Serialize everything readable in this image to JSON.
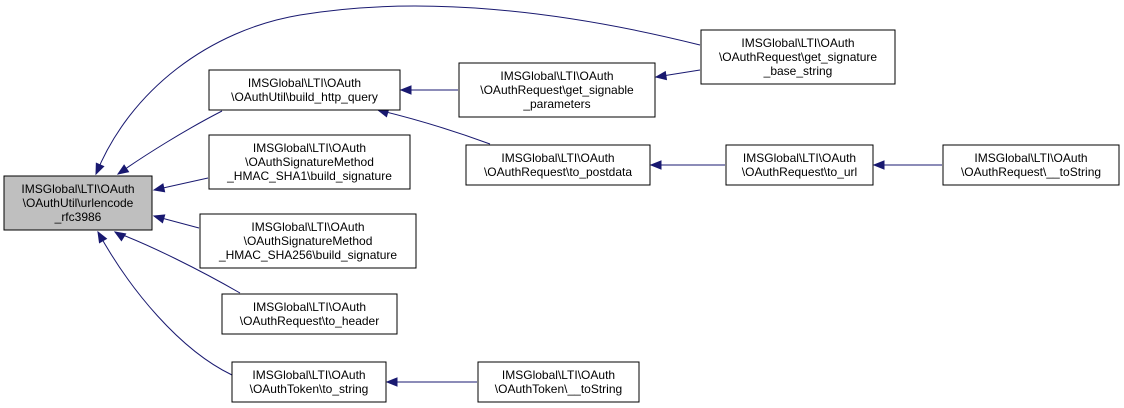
{
  "colors": {
    "edge": "#191970",
    "root_fill": "#bfbfbf",
    "node_fill": "#ffffff",
    "border": "#000000"
  },
  "nodes": [
    {
      "id": "n0",
      "lines": [
        "IMSGlobal\\LTI\\OAuth",
        "\\OAuthUtil\\urlencode",
        "_rfc3986"
      ]
    },
    {
      "id": "n1",
      "lines": [
        "IMSGlobal\\LTI\\OAuth",
        "\\OAuthRequest\\get_signature",
        "_base_string"
      ]
    },
    {
      "id": "n2",
      "lines": [
        "IMSGlobal\\LTI\\OAuth",
        "\\OAuthUtil\\build_http_query"
      ]
    },
    {
      "id": "n3",
      "lines": [
        "IMSGlobal\\LTI\\OAuth",
        "\\OAuthSignatureMethod",
        "_HMAC_SHA1\\build_signature"
      ]
    },
    {
      "id": "n4",
      "lines": [
        "IMSGlobal\\LTI\\OAuth",
        "\\OAuthSignatureMethod",
        "_HMAC_SHA256\\build_signature"
      ]
    },
    {
      "id": "n5",
      "lines": [
        "IMSGlobal\\LTI\\OAuth",
        "\\OAuthRequest\\to_header"
      ]
    },
    {
      "id": "n6",
      "lines": [
        "IMSGlobal\\LTI\\OAuth",
        "\\OAuthToken\\to_string"
      ]
    },
    {
      "id": "n7",
      "lines": [
        "IMSGlobal\\LTI\\OAuth",
        "\\OAuthRequest\\get_signable",
        "_parameters"
      ]
    },
    {
      "id": "n8",
      "lines": [
        "IMSGlobal\\LTI\\OAuth",
        "\\OAuthRequest\\to_postdata"
      ]
    },
    {
      "id": "n9",
      "lines": [
        "IMSGlobal\\LTI\\OAuth",
        "\\OAuthToken\\__toString"
      ]
    },
    {
      "id": "n10",
      "lines": [
        "IMSGlobal\\LTI\\OAuth",
        "\\OAuthRequest\\to_url"
      ]
    },
    {
      "id": "n11",
      "lines": [
        "IMSGlobal\\LTI\\OAuth",
        "\\OAuthRequest\\__toString"
      ]
    }
  ],
  "edges": [
    {
      "from": "n1",
      "to": "n0"
    },
    {
      "from": "n2",
      "to": "n0"
    },
    {
      "from": "n3",
      "to": "n0"
    },
    {
      "from": "n4",
      "to": "n0"
    },
    {
      "from": "n5",
      "to": "n0"
    },
    {
      "from": "n6",
      "to": "n0"
    },
    {
      "from": "n7",
      "to": "n2"
    },
    {
      "from": "n8",
      "to": "n2"
    },
    {
      "from": "n1",
      "to": "n7"
    },
    {
      "from": "n10",
      "to": "n8"
    },
    {
      "from": "n11",
      "to": "n10"
    },
    {
      "from": "n9",
      "to": "n6"
    }
  ]
}
